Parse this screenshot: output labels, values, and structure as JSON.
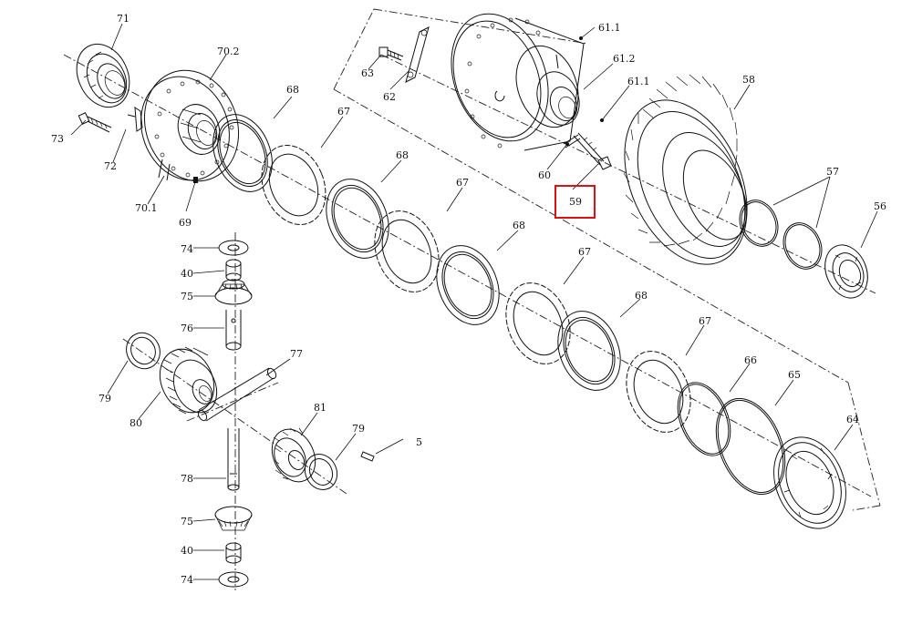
{
  "diagram": {
    "highlight_color": "#e01010",
    "highlighted_part": "59",
    "labels": {
      "l71": "71",
      "l702": "70.2",
      "l73": "73",
      "l72": "72",
      "l701": "70.1",
      "l69": "69",
      "l68a": "68",
      "l67a": "67",
      "l68b": "68",
      "l67b": "67",
      "l68c": "68",
      "l67c": "67",
      "l68d": "68",
      "l67d": "67",
      "l66": "66",
      "l65": "65",
      "l64": "64",
      "l611a": "61.1",
      "l612": "61.2",
      "l611b": "61.1",
      "l63": "63",
      "l62": "62",
      "l60": "60",
      "l59": "59",
      "l58": "58",
      "l57": "57",
      "l56": "56",
      "l74a": "74",
      "l40a": "40",
      "l75a": "75",
      "l76": "76",
      "l77": "77",
      "l79a": "79",
      "l80": "80",
      "l81": "81",
      "l79b": "79",
      "l5": "5",
      "l78": "78",
      "l75b": "75",
      "l40b": "40",
      "l74b": "74"
    }
  }
}
